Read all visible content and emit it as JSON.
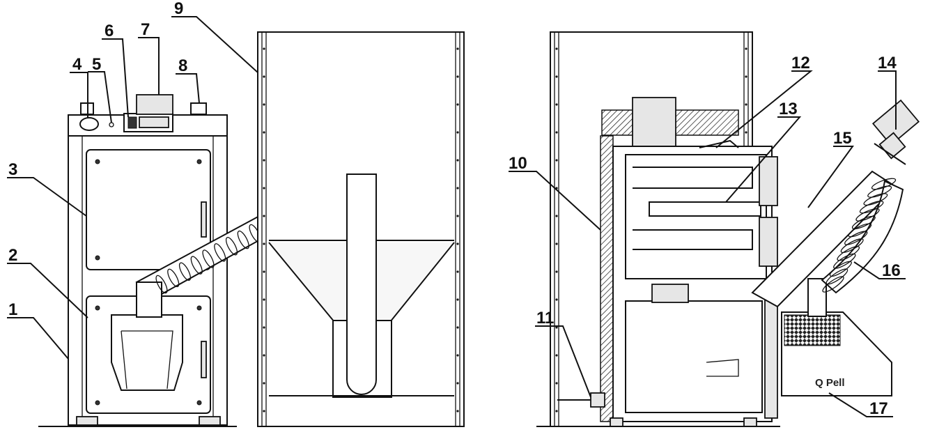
{
  "labels": [
    {
      "text": "1"
    },
    {
      "text": "2"
    },
    {
      "text": "3"
    },
    {
      "text": "4"
    },
    {
      "text": "5"
    },
    {
      "text": "6"
    },
    {
      "text": "7"
    },
    {
      "text": "8"
    },
    {
      "text": "9"
    },
    {
      "text": "10"
    },
    {
      "text": "11"
    },
    {
      "text": "12"
    },
    {
      "text": "13"
    },
    {
      "text": "14"
    },
    {
      "text": "15"
    },
    {
      "text": "16"
    },
    {
      "text": "17"
    }
  ],
  "burner_brand": "Q Pell"
}
